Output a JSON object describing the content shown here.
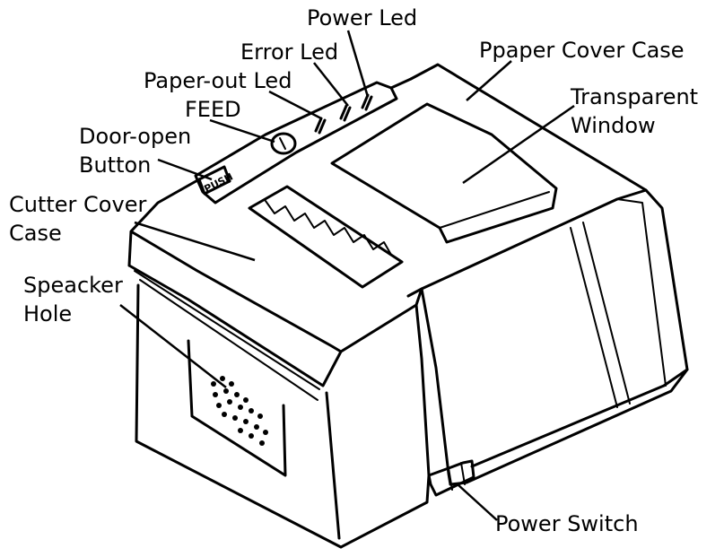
{
  "labels": {
    "power_led": "Power Led",
    "error_led": "Error Led",
    "paper_out_led": "Paper-out Led",
    "feed": "FEED",
    "door_open_line1": "Door-open",
    "door_open_line2": "Button",
    "cutter_cover_line1": "Cutter Cover",
    "cutter_cover_line2": "Case",
    "speaker_line1": "Speacker",
    "speaker_line2": "Hole",
    "paper_cover": "Ppaper Cover Case",
    "window_line1": "Transparent",
    "window_line2": "Window",
    "power_switch": "Power Switch"
  },
  "device": {
    "push_button_text": "PUSH"
  }
}
